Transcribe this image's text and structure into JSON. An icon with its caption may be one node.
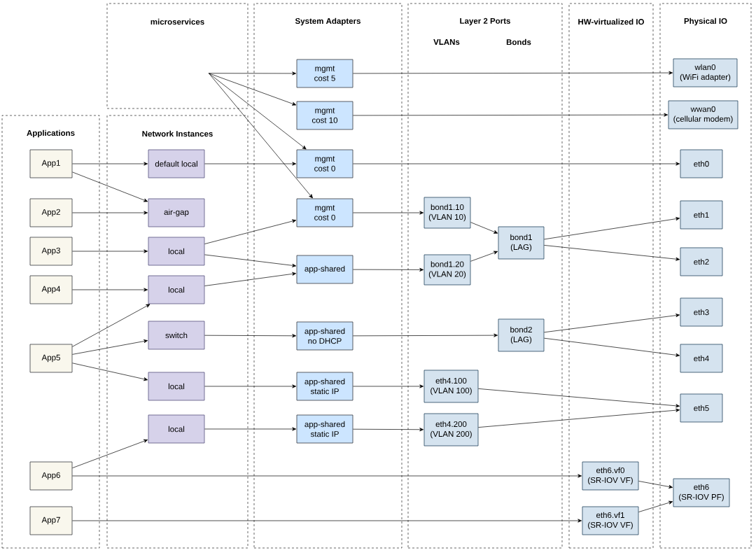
{
  "diagram": {
    "nodes": [
      {
        "text": [
          "microservices"
        ]
      },
      {
        "text": [
          "System Adapters"
        ]
      },
      {
        "text": [
          "Layer 2 Ports"
        ]
      },
      {
        "text": [
          "HW-virtualized IO"
        ]
      },
      {
        "text": [
          "Physical IO"
        ]
      },
      {
        "text": [
          "Applications"
        ]
      },
      {
        "text": [
          "Network Instances"
        ]
      },
      {
        "text": [
          "App1"
        ],
        "in": 5
      },
      {
        "text": [
          "App2"
        ],
        "in": 5
      },
      {
        "text": [
          "App3"
        ],
        "in": 5
      },
      {
        "text": [
          "App4"
        ],
        "in": 5
      },
      {
        "text": [
          "App5"
        ],
        "in": 5
      },
      {
        "text": [
          "App6"
        ],
        "in": 5
      },
      {
        "text": [
          "App7"
        ],
        "in": 5
      },
      {
        "text": [
          "default local"
        ],
        "in": 6
      },
      {
        "text": [
          "air-gap"
        ],
        "in": 6
      },
      {
        "text": [
          "local"
        ],
        "in": 6
      },
      {
        "text": [
          "local"
        ],
        "in": 6
      },
      {
        "text": [
          "switch"
        ],
        "in": 6
      },
      {
        "text": [
          "local"
        ],
        "in": 6
      },
      {
        "text": [
          "local"
        ],
        "in": 6
      },
      {
        "text": [
          "mgmt",
          "cost 5"
        ],
        "in": 1
      },
      {
        "text": [
          "mgmt",
          "cost 10"
        ],
        "in": 1
      },
      {
        "text": [
          "mgmt",
          "cost 0"
        ],
        "in": 1
      },
      {
        "text": [
          "mgmt",
          "cost 0"
        ],
        "in": 1
      },
      {
        "text": [
          "app-shared"
        ],
        "in": 1
      },
      {
        "text": [
          "app-shared",
          "no DHCP"
        ],
        "in": 1
      },
      {
        "text": [
          "app-shared",
          "static IP"
        ],
        "in": 1
      },
      {
        "text": [
          "app-shared",
          "static IP"
        ],
        "in": 1
      },
      {
        "text": [
          "bond1.10",
          "(VLAN 10)"
        ],
        "in": 2
      },
      {
        "text": [
          "bond1.20",
          "(VLAN 20)"
        ],
        "in": 2
      },
      {
        "text": [
          "eth4.100",
          "(VLAN 100)"
        ],
        "in": 2
      },
      {
        "text": [
          "eth4.200",
          "(VLAN 200)"
        ],
        "in": 2
      },
      {
        "text": [
          "bond1",
          "(LAG)"
        ],
        "in": 2
      },
      {
        "text": [
          "bond2",
          "(LAG)"
        ],
        "in": 2
      },
      {
        "text": [
          "eth6.vf0",
          "(SR-IOV VF)"
        ],
        "in": 3
      },
      {
        "text": [
          "eth6.vf1",
          "(SR-IOV VF)"
        ],
        "in": 3
      },
      {
        "text": [
          "wlan0",
          "(WiFi adapter)"
        ],
        "in": 4
      },
      {
        "text": [
          "wwan0",
          "(cellular modem)"
        ],
        "in": 4
      },
      {
        "text": [
          "eth0"
        ],
        "in": 4
      },
      {
        "text": [
          "eth1"
        ],
        "in": 4
      },
      {
        "text": [
          "eth2"
        ],
        "in": 4
      },
      {
        "text": [
          "eth3"
        ],
        "in": 4
      },
      {
        "text": [
          "eth4"
        ],
        "in": 4
      },
      {
        "text": [
          "eth5"
        ],
        "in": 4
      },
      {
        "text": [
          "eth6",
          "(SR-IOV PF)"
        ],
        "in": 4
      }
    ],
    "edges": [
      {
        "from": 0,
        "to": 21,
        "arrow": "to"
      },
      {
        "from": 0,
        "to": 22,
        "arrow": "to"
      },
      {
        "from": 0,
        "to": 23,
        "arrow": "to"
      },
      {
        "from": 0,
        "to": 24,
        "arrow": "to"
      },
      {
        "from": 7,
        "to": 14,
        "arrow": "to"
      },
      {
        "from": 7,
        "to": 15,
        "arrow": "to"
      },
      {
        "from": 8,
        "to": 15,
        "arrow": "to"
      },
      {
        "from": 9,
        "to": 16,
        "arrow": "to"
      },
      {
        "from": 10,
        "to": 17,
        "arrow": "to"
      },
      {
        "from": 11,
        "to": 17,
        "arrow": "to"
      },
      {
        "from": 11,
        "to": 18,
        "arrow": "to"
      },
      {
        "from": 11,
        "to": 19,
        "arrow": "to"
      },
      {
        "from": 12,
        "to": 20,
        "arrow": "to"
      },
      {
        "from": 12,
        "to": 35,
        "arrow": "to"
      },
      {
        "from": 13,
        "to": 36,
        "arrow": "to"
      },
      {
        "from": 14,
        "to": 23,
        "arrow": "to"
      },
      {
        "from": 16,
        "to": 24,
        "arrow": "to"
      },
      {
        "from": 16,
        "to": 25,
        "arrow": "to"
      },
      {
        "from": 17,
        "to": 25,
        "arrow": "to"
      },
      {
        "from": 18,
        "to": 26,
        "arrow": "to"
      },
      {
        "from": 19,
        "to": 27,
        "arrow": "to"
      },
      {
        "from": 20,
        "to": 28,
        "arrow": "to"
      },
      {
        "from": 21,
        "to": 37,
        "arrow": "to"
      },
      {
        "from": 22,
        "to": 38,
        "arrow": "to"
      },
      {
        "from": 23,
        "to": 39,
        "arrow": "to"
      },
      {
        "from": 24,
        "to": 29,
        "arrow": "to"
      },
      {
        "from": 25,
        "to": 30,
        "arrow": "to"
      },
      {
        "from": 26,
        "to": 34,
        "arrow": "to"
      },
      {
        "from": 27,
        "to": 31,
        "arrow": "to"
      },
      {
        "from": 28,
        "to": 32,
        "arrow": "to"
      },
      {
        "from": 29,
        "to": 33,
        "arrow": "to"
      },
      {
        "from": 30,
        "to": 33,
        "arrow": "to"
      },
      {
        "from": 33,
        "to": 40,
        "arrow": "to"
      },
      {
        "from": 33,
        "to": 41,
        "arrow": "to"
      },
      {
        "from": 34,
        "to": 42,
        "arrow": "to"
      },
      {
        "from": 34,
        "to": 43,
        "arrow": "to"
      },
      {
        "from": 31,
        "to": 44,
        "arrow": "to"
      },
      {
        "from": 32,
        "to": 44,
        "arrow": "to"
      },
      {
        "from": 35,
        "to": 45,
        "arrow": "to"
      },
      {
        "from": 36,
        "to": 45,
        "arrow": "to"
      }
    ],
    "labels": [
      "VLANs",
      "Bonds"
    ]
  }
}
